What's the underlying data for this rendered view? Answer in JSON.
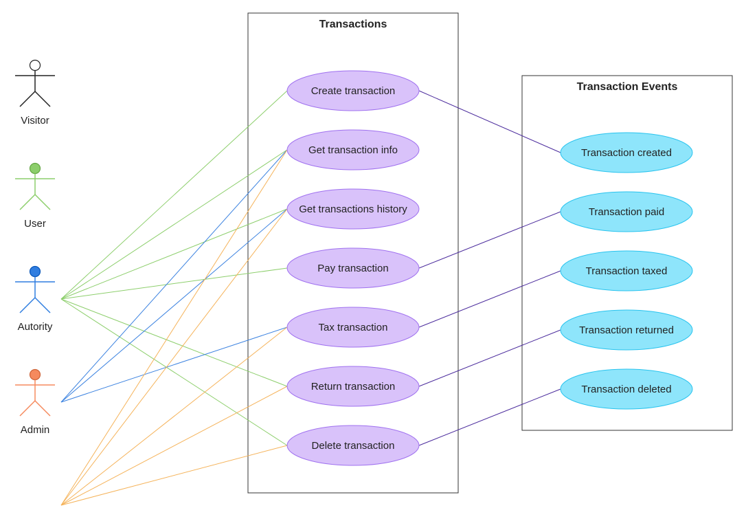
{
  "colors": {
    "usecase_fill": "#d9c2fa",
    "usecase_stroke": "#9f70ef",
    "event_fill": "#8ee5fb",
    "event_stroke": "#28c3ee",
    "link_purple": "#4a2a9c",
    "visitor": "#ffffff",
    "user": "#8cce6b",
    "authority": "#2f7de0",
    "admin": "#f58a5e",
    "user_line": "#8cce6b",
    "authority_line": "#3b82e0",
    "admin_line": "#f5b35a"
  },
  "system_boxes": {
    "transactions_title": "Transactions",
    "events_title": "Transaction Events"
  },
  "actors": [
    {
      "id": "visitor",
      "label": "Visitor",
      "color_key": "visitor",
      "icon": "stick-figure-icon"
    },
    {
      "id": "user",
      "label": "User",
      "color_key": "user",
      "icon": "stick-figure-icon"
    },
    {
      "id": "authority",
      "label": "Autority",
      "color_key": "authority",
      "icon": "stick-figure-icon"
    },
    {
      "id": "admin",
      "label": "Admin",
      "color_key": "admin",
      "icon": "stick-figure-icon"
    }
  ],
  "use_cases": [
    {
      "id": "create",
      "label": "Create transaction"
    },
    {
      "id": "info",
      "label": "Get transaction info"
    },
    {
      "id": "history",
      "label": "Get transactions history"
    },
    {
      "id": "pay",
      "label": "Pay transaction"
    },
    {
      "id": "tax",
      "label": "Tax transaction"
    },
    {
      "id": "return",
      "label": "Return transaction"
    },
    {
      "id": "delete",
      "label": "Delete transaction"
    }
  ],
  "events": [
    {
      "id": "created",
      "label": "Transaction created"
    },
    {
      "id": "paid",
      "label": "Transaction paid"
    },
    {
      "id": "taxed",
      "label": "Transaction taxed"
    },
    {
      "id": "returned",
      "label": "Transaction returned"
    },
    {
      "id": "deleted",
      "label": "Transaction deleted"
    }
  ],
  "associations": [
    {
      "actor": "user",
      "use_case": "create"
    },
    {
      "actor": "user",
      "use_case": "info"
    },
    {
      "actor": "user",
      "use_case": "history"
    },
    {
      "actor": "user",
      "use_case": "pay"
    },
    {
      "actor": "user",
      "use_case": "return"
    },
    {
      "actor": "user",
      "use_case": "delete"
    },
    {
      "actor": "authority",
      "use_case": "info"
    },
    {
      "actor": "authority",
      "use_case": "history"
    },
    {
      "actor": "authority",
      "use_case": "tax"
    },
    {
      "actor": "admin",
      "use_case": "info"
    },
    {
      "actor": "admin",
      "use_case": "history"
    },
    {
      "actor": "admin",
      "use_case": "tax"
    },
    {
      "actor": "admin",
      "use_case": "return"
    },
    {
      "actor": "admin",
      "use_case": "delete"
    }
  ],
  "event_links": [
    {
      "use_case": "create",
      "event": "created"
    },
    {
      "use_case": "pay",
      "event": "paid"
    },
    {
      "use_case": "tax",
      "event": "taxed"
    },
    {
      "use_case": "return",
      "event": "returned"
    },
    {
      "use_case": "delete",
      "event": "deleted"
    }
  ]
}
